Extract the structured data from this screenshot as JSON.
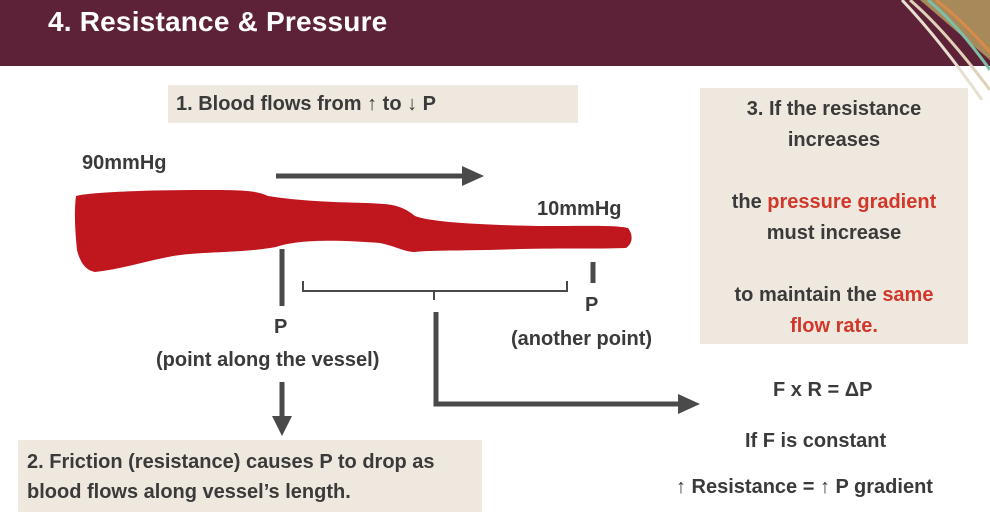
{
  "header": {
    "title": "4. Resistance & Pressure"
  },
  "step1": {
    "text": "1. Blood flows from ↑ to ↓ P"
  },
  "step2": {
    "line1": "2. Friction (resistance) causes P to drop as",
    "line2": "blood flows along vessel’s length."
  },
  "step3": {
    "line1": "3. If the resistance",
    "line2": "increases",
    "line3_pre": "the ",
    "line3_red": "pressure gradient",
    "line4": "must increase",
    "line5_pre": "to maintain the ",
    "line5_red": "same",
    "line6_red": "flow rate."
  },
  "vessel": {
    "start_pressure": "90mmHg",
    "end_pressure": "10mmHg",
    "point_label": "P",
    "point_desc": "(point along the vessel)",
    "another_label": "P",
    "another_desc": "(another point)"
  },
  "formula": {
    "equation": "F x R = ΔP",
    "condition": "If F is constant",
    "result": "↑ Resistance = ↑ P gradient"
  },
  "colors": {
    "header": "#5e2238",
    "vessel": "#c0161e",
    "box": "#efe8de",
    "accent": "#d1372a",
    "arrow": "#4a4a4a"
  }
}
